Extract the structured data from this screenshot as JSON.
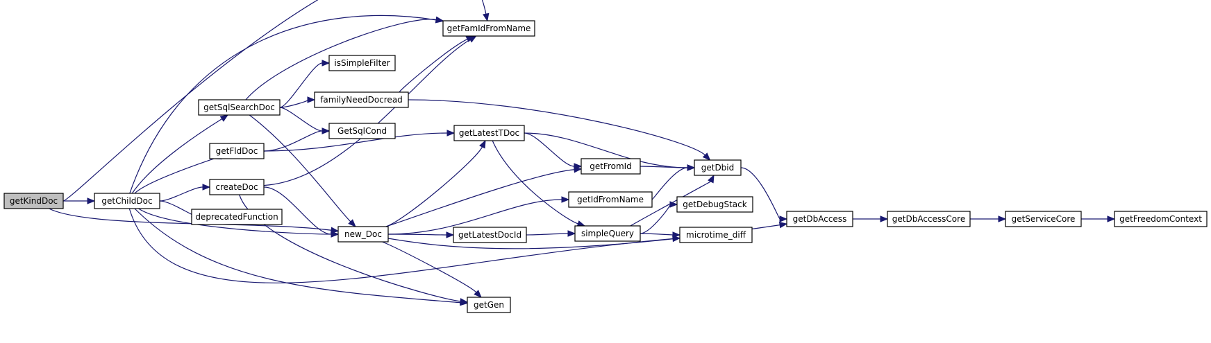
{
  "graph": {
    "edge_color": "#191970",
    "root_fill": "#bfbfbf",
    "node_fill": "#ffffff",
    "nodes": [
      {
        "id": "getKindDoc",
        "label": "getKindDoc",
        "root": true
      },
      {
        "id": "getChildDoc",
        "label": "getChildDoc"
      },
      {
        "id": "getFamIdFromName",
        "label": "getFamIdFromName"
      },
      {
        "id": "isSimpleFilter",
        "label": "isSimpleFilter"
      },
      {
        "id": "getSqlSearchDoc",
        "label": "getSqlSearchDoc"
      },
      {
        "id": "familyNeedDocread",
        "label": "familyNeedDocread"
      },
      {
        "id": "GetSqlCond",
        "label": "GetSqlCond"
      },
      {
        "id": "getFldDoc",
        "label": "getFldDoc"
      },
      {
        "id": "getLatestTDoc",
        "label": "getLatestTDoc"
      },
      {
        "id": "createDoc",
        "label": "createDoc"
      },
      {
        "id": "getFromId",
        "label": "getFromId"
      },
      {
        "id": "getDbid",
        "label": "getDbid"
      },
      {
        "id": "deprecatedFunction",
        "label": "deprecatedFunction"
      },
      {
        "id": "getIdFromName",
        "label": "getIdFromName"
      },
      {
        "id": "getDebugStack",
        "label": "getDebugStack"
      },
      {
        "id": "new_Doc",
        "label": "new_Doc"
      },
      {
        "id": "getLatestDocId",
        "label": "getLatestDocId"
      },
      {
        "id": "simpleQuery",
        "label": "simpleQuery"
      },
      {
        "id": "microtime_diff",
        "label": "microtime_diff"
      },
      {
        "id": "getDbAccess",
        "label": "getDbAccess"
      },
      {
        "id": "getDbAccessCore",
        "label": "getDbAccessCore"
      },
      {
        "id": "getServiceCore",
        "label": "getServiceCore"
      },
      {
        "id": "getFreedomContext",
        "label": "getFreedomContext"
      },
      {
        "id": "getGen",
        "label": "getGen"
      }
    ],
    "edges": [
      [
        "getKindDoc",
        "getChildDoc"
      ],
      [
        "getKindDoc",
        "getFamIdFromName"
      ],
      [
        "getKindDoc",
        "new_Doc"
      ],
      [
        "getChildDoc",
        "getFamIdFromName"
      ],
      [
        "getChildDoc",
        "getSqlSearchDoc"
      ],
      [
        "getChildDoc",
        "getFldDoc"
      ],
      [
        "getChildDoc",
        "createDoc"
      ],
      [
        "getChildDoc",
        "deprecatedFunction"
      ],
      [
        "getChildDoc",
        "new_Doc"
      ],
      [
        "getChildDoc",
        "getGen"
      ],
      [
        "getChildDoc",
        "microtime_diff"
      ],
      [
        "getSqlSearchDoc",
        "getFamIdFromName"
      ],
      [
        "getSqlSearchDoc",
        "isSimpleFilter"
      ],
      [
        "getSqlSearchDoc",
        "familyNeedDocread"
      ],
      [
        "getSqlSearchDoc",
        "GetSqlCond"
      ],
      [
        "getSqlSearchDoc",
        "new_Doc"
      ],
      [
        "familyNeedDocread",
        "getFamIdFromName"
      ],
      [
        "familyNeedDocread",
        "getDbid"
      ],
      [
        "getFldDoc",
        "GetSqlCond"
      ],
      [
        "getFldDoc",
        "getLatestTDoc"
      ],
      [
        "createDoc",
        "getFamIdFromName"
      ],
      [
        "createDoc",
        "new_Doc"
      ],
      [
        "createDoc",
        "getGen"
      ],
      [
        "getLatestTDoc",
        "getFromId"
      ],
      [
        "getLatestTDoc",
        "getDbid"
      ],
      [
        "getLatestTDoc",
        "simpleQuery"
      ],
      [
        "new_Doc",
        "getLatestTDoc"
      ],
      [
        "new_Doc",
        "getFromId"
      ],
      [
        "new_Doc",
        "getIdFromName"
      ],
      [
        "new_Doc",
        "getLatestDocId"
      ],
      [
        "new_Doc",
        "getGen"
      ],
      [
        "new_Doc",
        "getDbAccess"
      ],
      [
        "getFromId",
        "getDbid"
      ],
      [
        "getIdFromName",
        "getDbid"
      ],
      [
        "getLatestDocId",
        "simpleQuery"
      ],
      [
        "simpleQuery",
        "getDbid"
      ],
      [
        "simpleQuery",
        "getDebugStack"
      ],
      [
        "simpleQuery",
        "microtime_diff"
      ],
      [
        "getDbid",
        "getDbAccess"
      ],
      [
        "getDbAccess",
        "getDbAccessCore"
      ],
      [
        "getDbAccessCore",
        "getServiceCore"
      ],
      [
        "getServiceCore",
        "getFreedomContext"
      ]
    ]
  }
}
